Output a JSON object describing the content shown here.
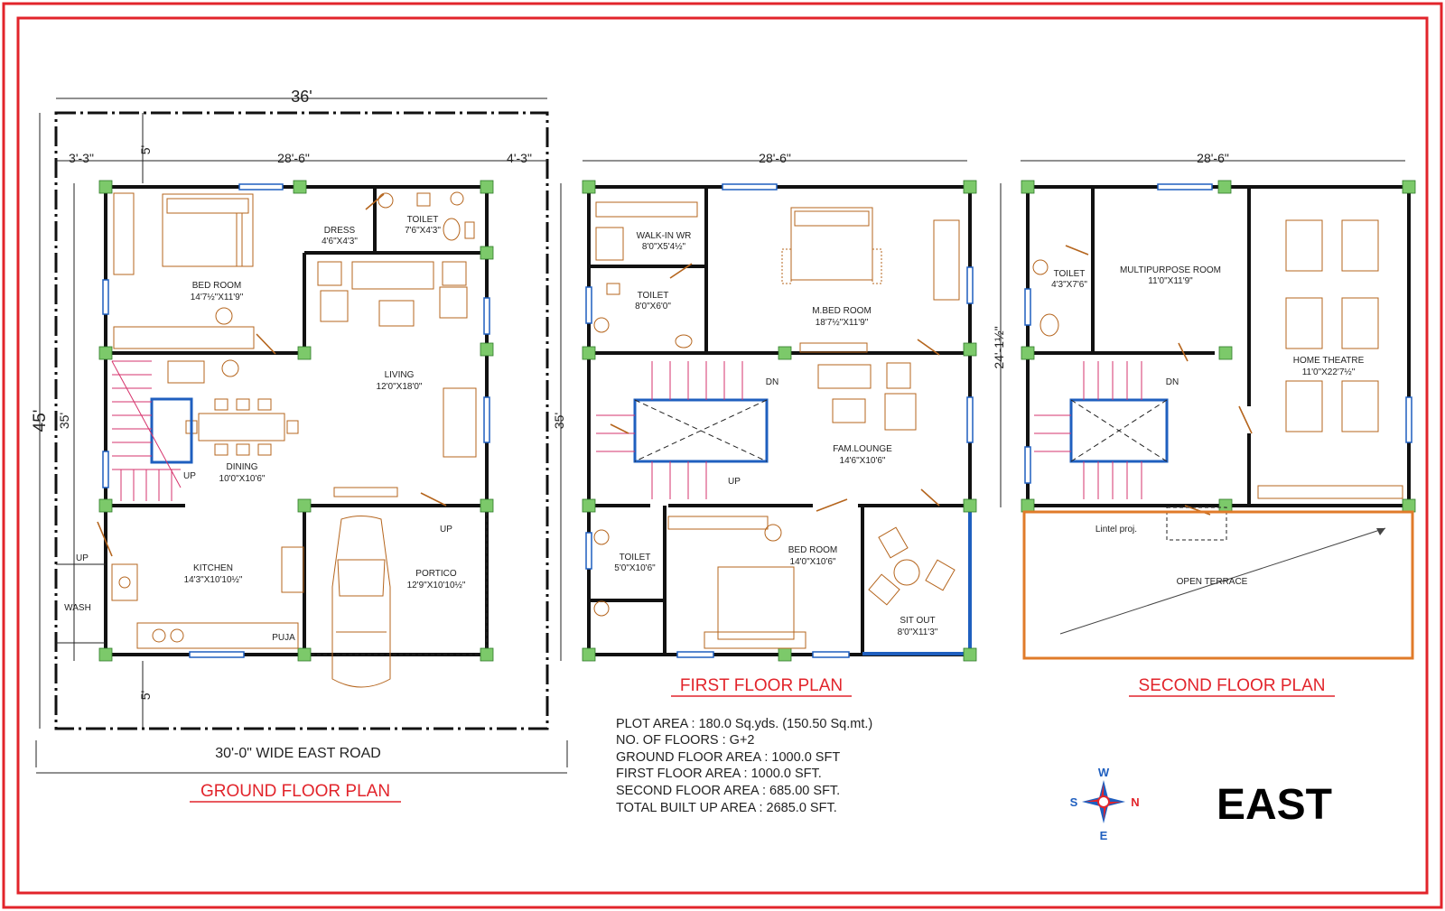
{
  "colors": {
    "frame": "#e2242b",
    "wall": "#111111",
    "window": "#1f5fbf",
    "column": "#7cc96a",
    "furniture": "#b5651d",
    "stairs": "#d6336c",
    "terrace": "#e07b2a"
  },
  "ground": {
    "title": "GROUND FLOOR PLAN",
    "plot_width": "36'",
    "plot_depth": "45'",
    "left_setback": "3'-3\"",
    "building_width": "28'-6\"",
    "right_setback": "4'-3\"",
    "top_setback": "5'",
    "bottom_setback": "5'",
    "building_depth": "35'",
    "road": "30'-0\" WIDE EAST ROAD",
    "rooms": {
      "bed_name": "BED ROOM",
      "bed_size": "14'7½\"X11'9\"",
      "dress_name": "DRESS",
      "dress_size": "4'6\"X4'3\"",
      "toilet_name": "TOILET",
      "toilet_size": "7'6\"X4'3\"",
      "living_name": "LIVING",
      "living_size": "12'0\"X18'0\"",
      "dining_name": "DINING",
      "dining_size": "10'0\"X10'6\"",
      "kitchen_name": "KITCHEN",
      "kitchen_size": "14'3\"X10'10½\"",
      "portico_name": "PORTICO",
      "portico_size": "12'9\"X10'10½\"",
      "wash": "WASH",
      "puja": "PUJA",
      "up1": "UP",
      "up2": "UP",
      "up3": "UP"
    }
  },
  "first": {
    "title": "FIRST FLOOR PLAN",
    "building_width": "28'-6\"",
    "building_depth": "35'",
    "rooms": {
      "walkin_name": "WALK-IN WR",
      "walkin_size": "8'0\"X5'4½\"",
      "toilet1_name": "TOILET",
      "toilet1_size": "8'0\"X6'0\"",
      "mbed_name": "M.BED ROOM",
      "mbed_size": "18'7½\"X11'9\"",
      "lounge_name": "FAM.LOUNGE",
      "lounge_size": "14'6\"X10'6\"",
      "toilet2_name": "TOILET",
      "toilet2_size": "5'0\"X10'6\"",
      "bed_name": "BED ROOM",
      "bed_size": "14'0\"X10'6\"",
      "sitout_name": "SIT OUT",
      "sitout_size": "8'0\"X11'3\"",
      "dn": "DN",
      "up": "UP"
    }
  },
  "second": {
    "title": "SECOND FLOOR PLAN",
    "building_width": "28'-6\"",
    "depth": "24'-1½\"",
    "rooms": {
      "toilet_name": "TOILET",
      "toilet_size": "4'3\"X7'6\"",
      "multi_name": "MULTIPURPOSE ROOM",
      "multi_size": "11'0\"X11'9\"",
      "theatre_name": "HOME THEATRE",
      "theatre_size": "11'0\"X22'7½\"",
      "dn": "DN",
      "lintel": "Lintel proj.",
      "terrace": "OPEN TERRACE"
    }
  },
  "info": [
    "PLOT AREA : 180.0 Sq.yds. (150.50 Sq.mt.)",
    "NO. OF FLOORS : G+2",
    "GROUND FLOOR AREA : 1000.0 SFT",
    "FIRST FLOOR AREA : 1000.0 SFT.",
    "SECOND FLOOR AREA : 685.00 SFT.",
    "TOTAL BUILT UP AREA : 2685.0 SFT."
  ],
  "compass": {
    "w": "W",
    "s": "S",
    "n": "N",
    "e": "E",
    "icon": "compass-rose-icon"
  },
  "facing": "EAST"
}
